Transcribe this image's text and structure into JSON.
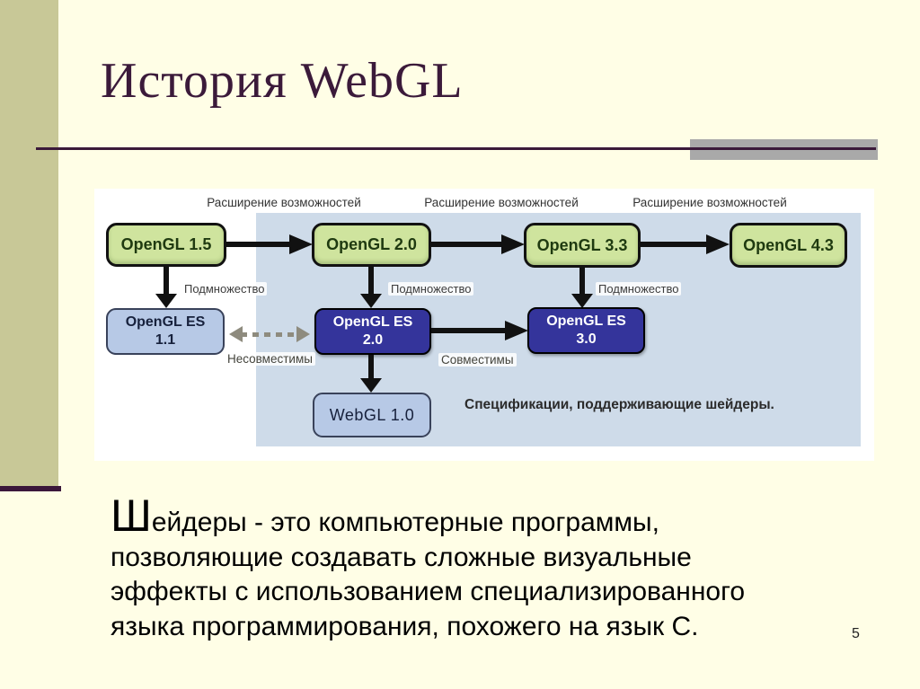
{
  "slide": {
    "title": "История WebGL",
    "page_number": "5",
    "background_color": "#FFFEE6",
    "accent_bar_color": "#C8C897",
    "accent_maroon_color": "#3B1A3A",
    "gray_bar_color": "#A9A9A9"
  },
  "diagram": {
    "expansion_labels": [
      "Расширение возможностей",
      "Расширение возможностей",
      "Расширение возможностей"
    ],
    "subset_labels": [
      "Подмножество",
      "Подмножество",
      "Подмножество"
    ],
    "incompatible_label": "Несовместимы",
    "compatible_label": "Совместимы",
    "caption": "Спецификации, поддерживающие шейдеры.",
    "boxes": {
      "opengl_15": "OpenGL 1.5",
      "opengl_20": "OpenGL 2.0",
      "opengl_33": "OpenGL 3.3",
      "opengl_43": "OpenGL 4.3",
      "es_11": {
        "line1": "OpenGL ES",
        "line2": "1.1"
      },
      "es_20": {
        "line1": "OpenGL ES",
        "line2": "2.0"
      },
      "es_30": {
        "line1": "OpenGL ES",
        "line2": "3.0"
      },
      "webgl_10": "WebGL 1.0"
    },
    "colors": {
      "panel_blue": "#CEDBE9",
      "green_fill": "#CFE49E",
      "light_blue_fill": "#B7C9E6",
      "dark_blue_fill": "#34349B",
      "arrow_black": "#111111",
      "dashed_gray": "#8E8B7E"
    }
  },
  "body_text": {
    "drop_cap": "Ш",
    "line1_rest": "ейдеры - это компьютерные программы,",
    "line2": "позволяющие создавать сложные визуальные",
    "line3": "эффекты с использованием специализированного",
    "line4": "языка программирования, похожего на язык C."
  }
}
